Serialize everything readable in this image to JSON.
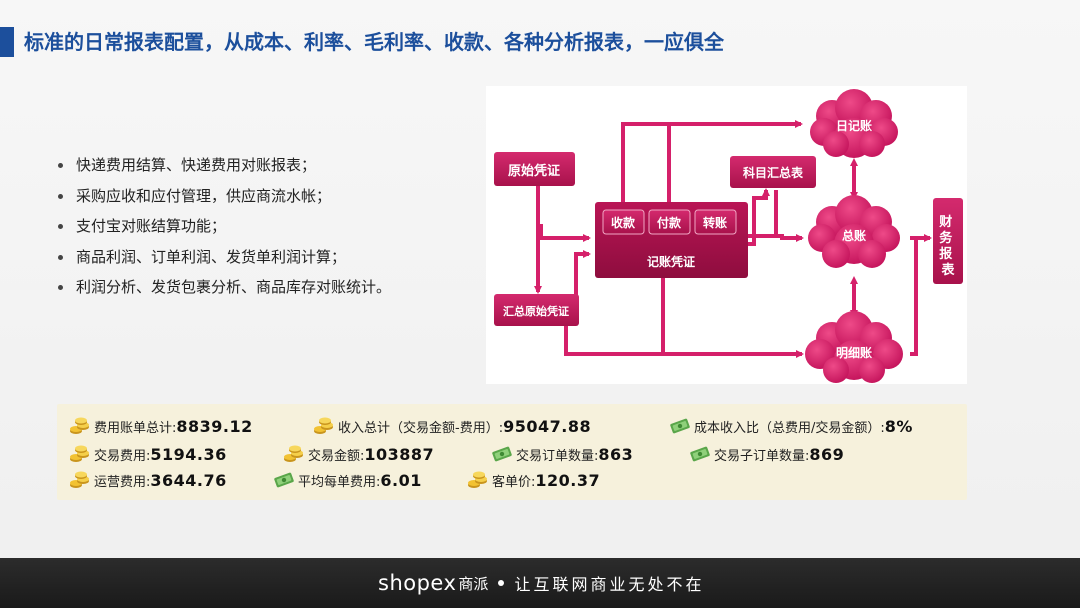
{
  "header": {
    "title": "标准的日常报表配置，从成本、利率、毛利率、收款、各种分析报表，一应俱全"
  },
  "bullets": [
    "快递费用结算、快递费用对账报表；",
    "采购应收和应付管理，供应商流水帐；",
    "支付宝对账结算功能；",
    "商品利润、订单利润、发货单利润计算；",
    "利润分析、发货包裹分析、商品库存对账统计。"
  ],
  "diagram": {
    "original_voucher": "原始凭证",
    "summary_voucher": "汇总原始凭证",
    "receipt": "收款",
    "payment": "付款",
    "transfer": "转账",
    "journal_voucher": "记账凭证",
    "account_summary": "科目汇总表",
    "daily_journal": "日记账",
    "general_ledger": "总账",
    "detail_ledger": "明细账",
    "financial_report": "财务报表",
    "colors": {
      "box": "#c2185b",
      "arrow": "#d5206a",
      "cloud": "#d9236c"
    }
  },
  "stats": [
    {
      "icon": "coins-icon",
      "label": "费用账单总计:",
      "value": "8839.12"
    },
    {
      "icon": "coins-icon",
      "label": "收入总计（交易金额-费用）:",
      "value": "95047.88"
    },
    {
      "icon": "cash-icon",
      "label": "成本收入比（总费用/交易金额）:",
      "value": "8%"
    },
    {
      "icon": "coins-icon",
      "label": "交易费用:",
      "value": "5194.36"
    },
    {
      "icon": "coins-icon",
      "label": "交易金额:",
      "value": "103887"
    },
    {
      "icon": "cash-icon",
      "label": "交易订单数量:",
      "value": "863"
    },
    {
      "icon": "cash-icon",
      "label": "交易子订单数量:",
      "value": "869"
    },
    {
      "icon": "coins-icon",
      "label": "运营费用:",
      "value": "3644.76"
    },
    {
      "icon": "cash-icon",
      "label": "平均每单费用:",
      "value": "6.01"
    },
    {
      "icon": "coins-icon",
      "label": "客单价:",
      "value": "120.37"
    }
  ],
  "footer": {
    "logo": "shopex",
    "brand_cn": "商派",
    "slogan": "让互联网商业无处不在"
  }
}
